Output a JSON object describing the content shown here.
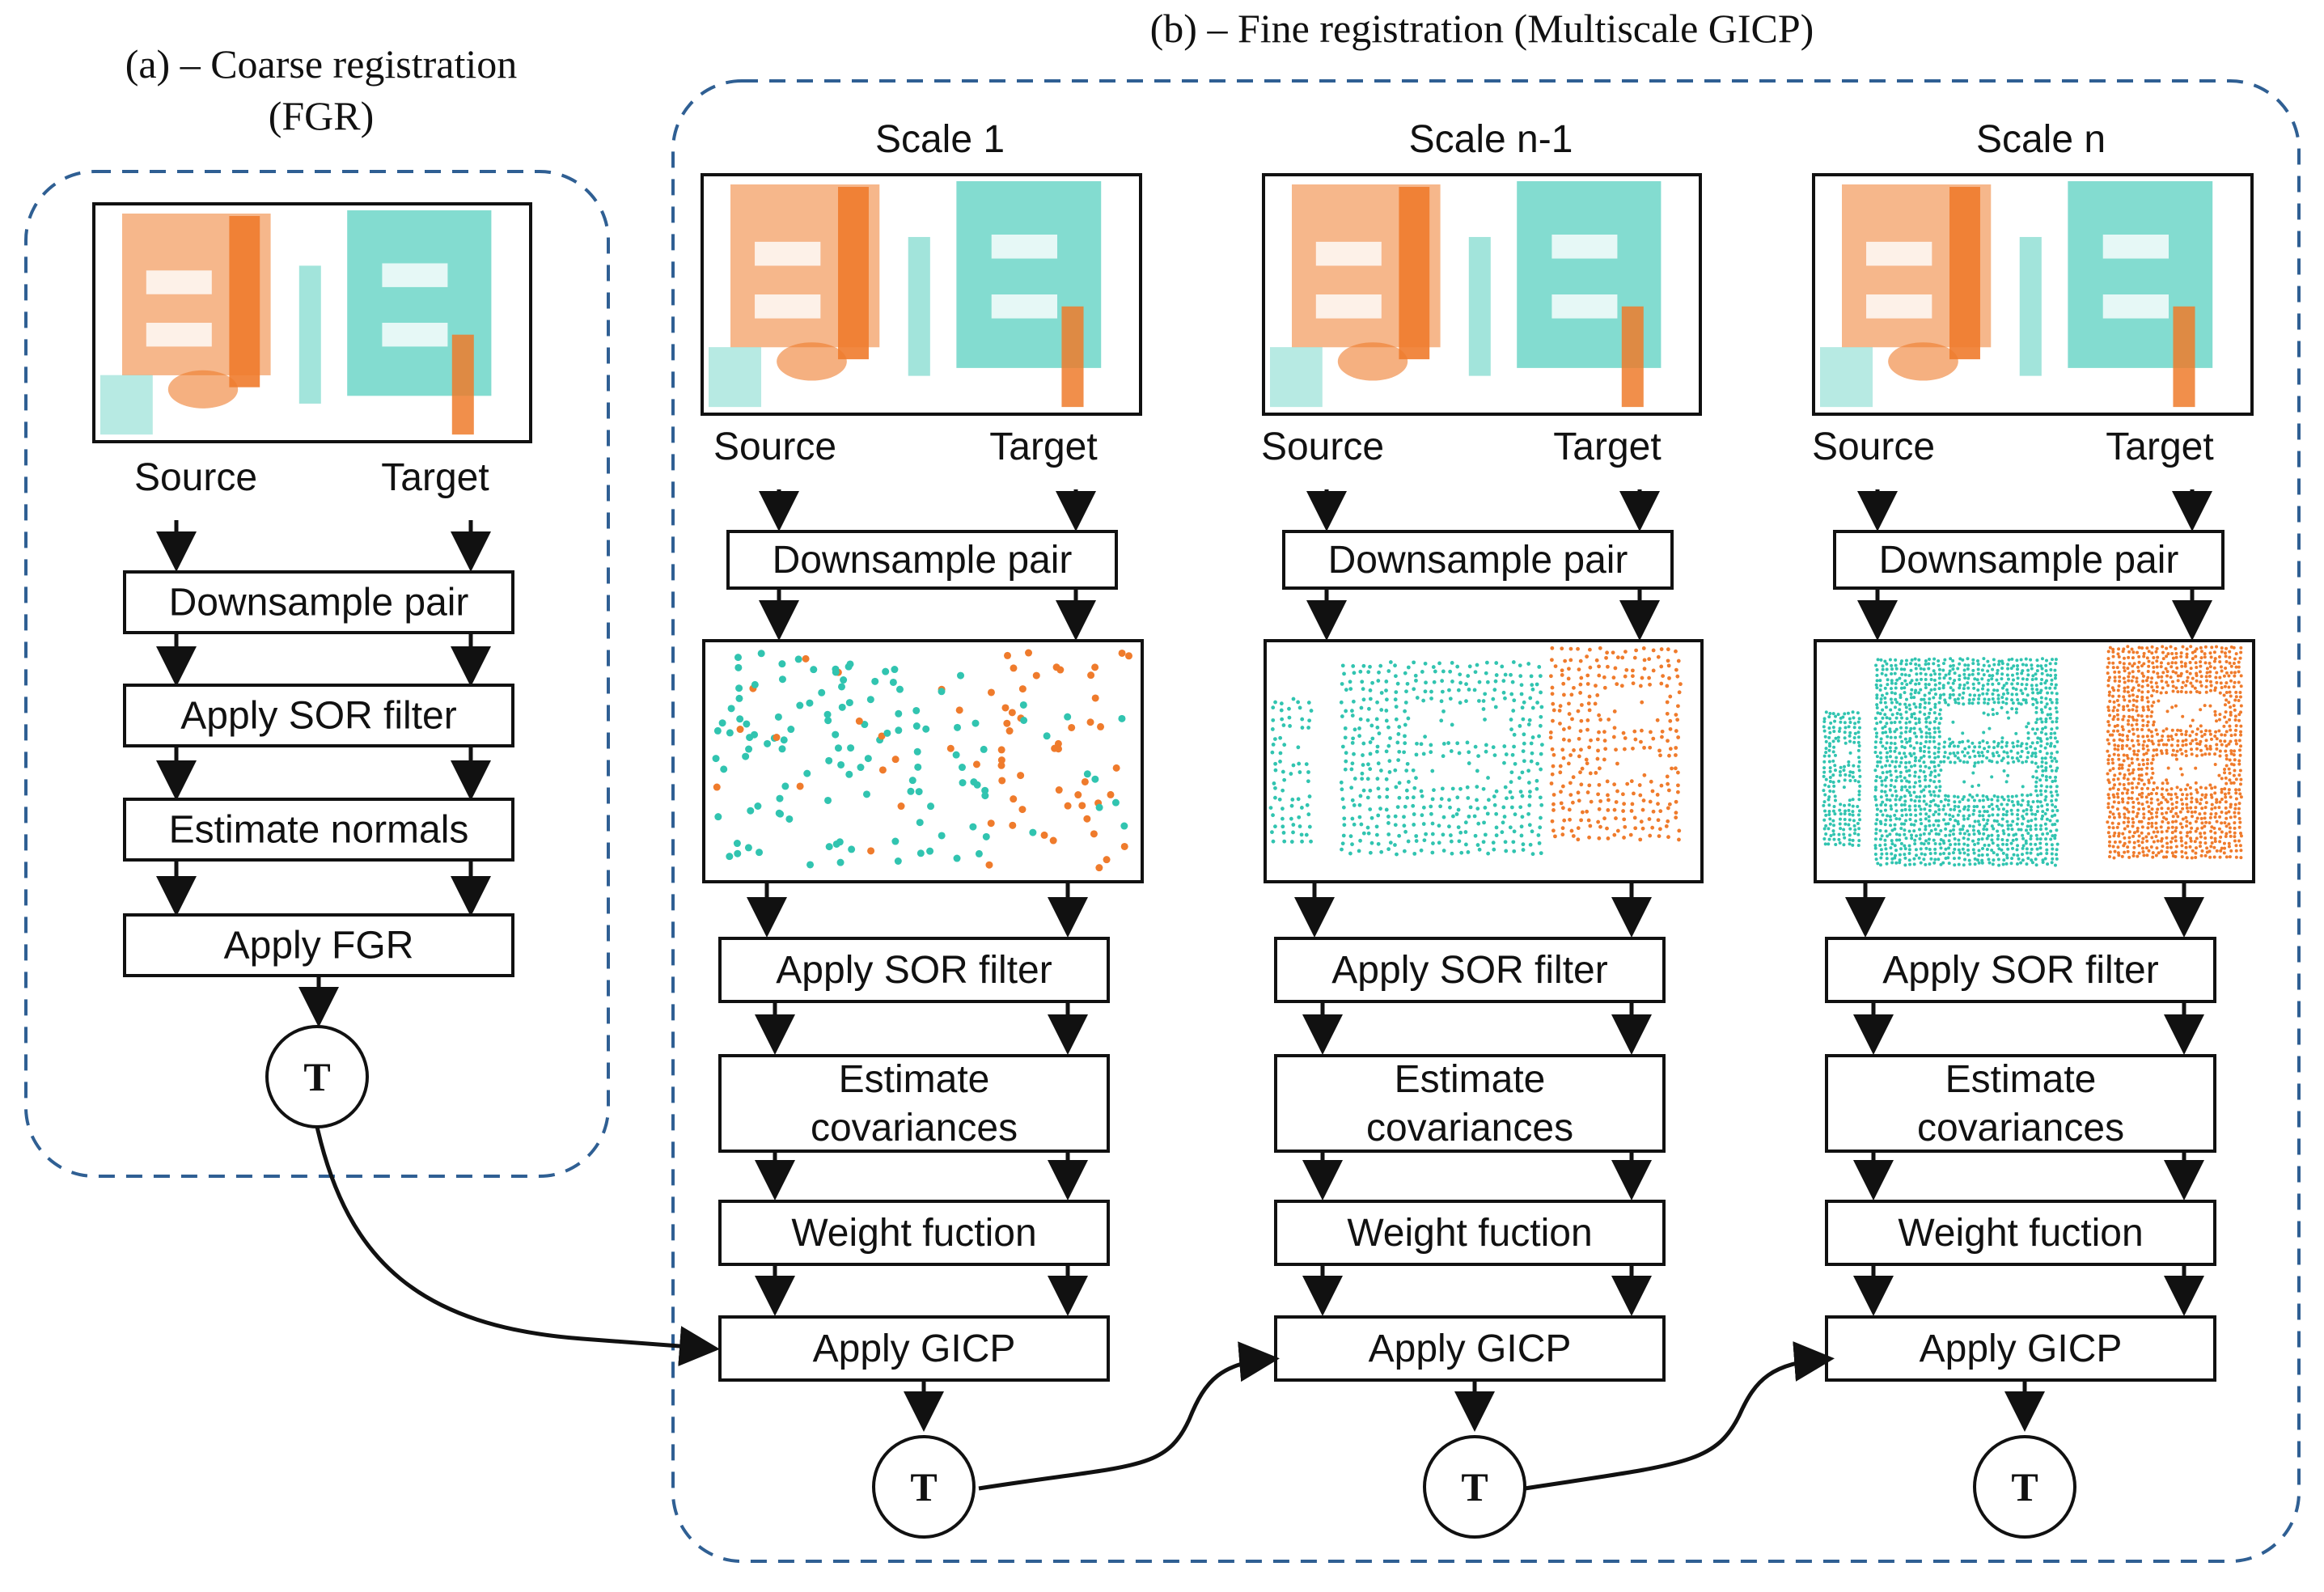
{
  "colors": {
    "panel_border": "#2f5f93",
    "ink": "#111111",
    "source_points": "#ef7b2c",
    "target_points": "#31c4b0"
  },
  "panel_a": {
    "title_line1": "(a) – Coarse registration",
    "title_line2": "(FGR)",
    "source_label": "Source",
    "target_label": "Target",
    "steps": [
      "Downsample pair",
      "Apply SOR filter",
      "Estimate normals",
      "Apply FGR"
    ],
    "output_label": "T"
  },
  "panel_b": {
    "title": "(b) – Fine registration (Multiscale GICP)",
    "columns": [
      {
        "scale_label": "Scale 1",
        "source_label": "Source",
        "target_label": "Target",
        "preview_density": "sparse",
        "steps": [
          "Downsample pair",
          "Apply SOR filter",
          "Estimate|covariances",
          "Weight fuction",
          "Apply GICP"
        ],
        "output_label": "T"
      },
      {
        "scale_label": "Scale n-1",
        "source_label": "Source",
        "target_label": "Target",
        "preview_density": "medium",
        "steps": [
          "Downsample pair",
          "Apply SOR filter",
          "Estimate|covariances",
          "Weight fuction",
          "Apply GICP"
        ],
        "output_label": "T"
      },
      {
        "scale_label": "Scale n",
        "source_label": "Source",
        "target_label": "Target",
        "preview_density": "dense",
        "steps": [
          "Downsample pair",
          "Apply SOR filter",
          "Estimate|covariances",
          "Weight fuction",
          "Apply GICP"
        ],
        "output_label": "T"
      }
    ]
  },
  "icons": {
    "point_cloud_preview": "point-cloud-image",
    "arrow": "arrow-down-icon",
    "transform_node": "circle-node"
  }
}
